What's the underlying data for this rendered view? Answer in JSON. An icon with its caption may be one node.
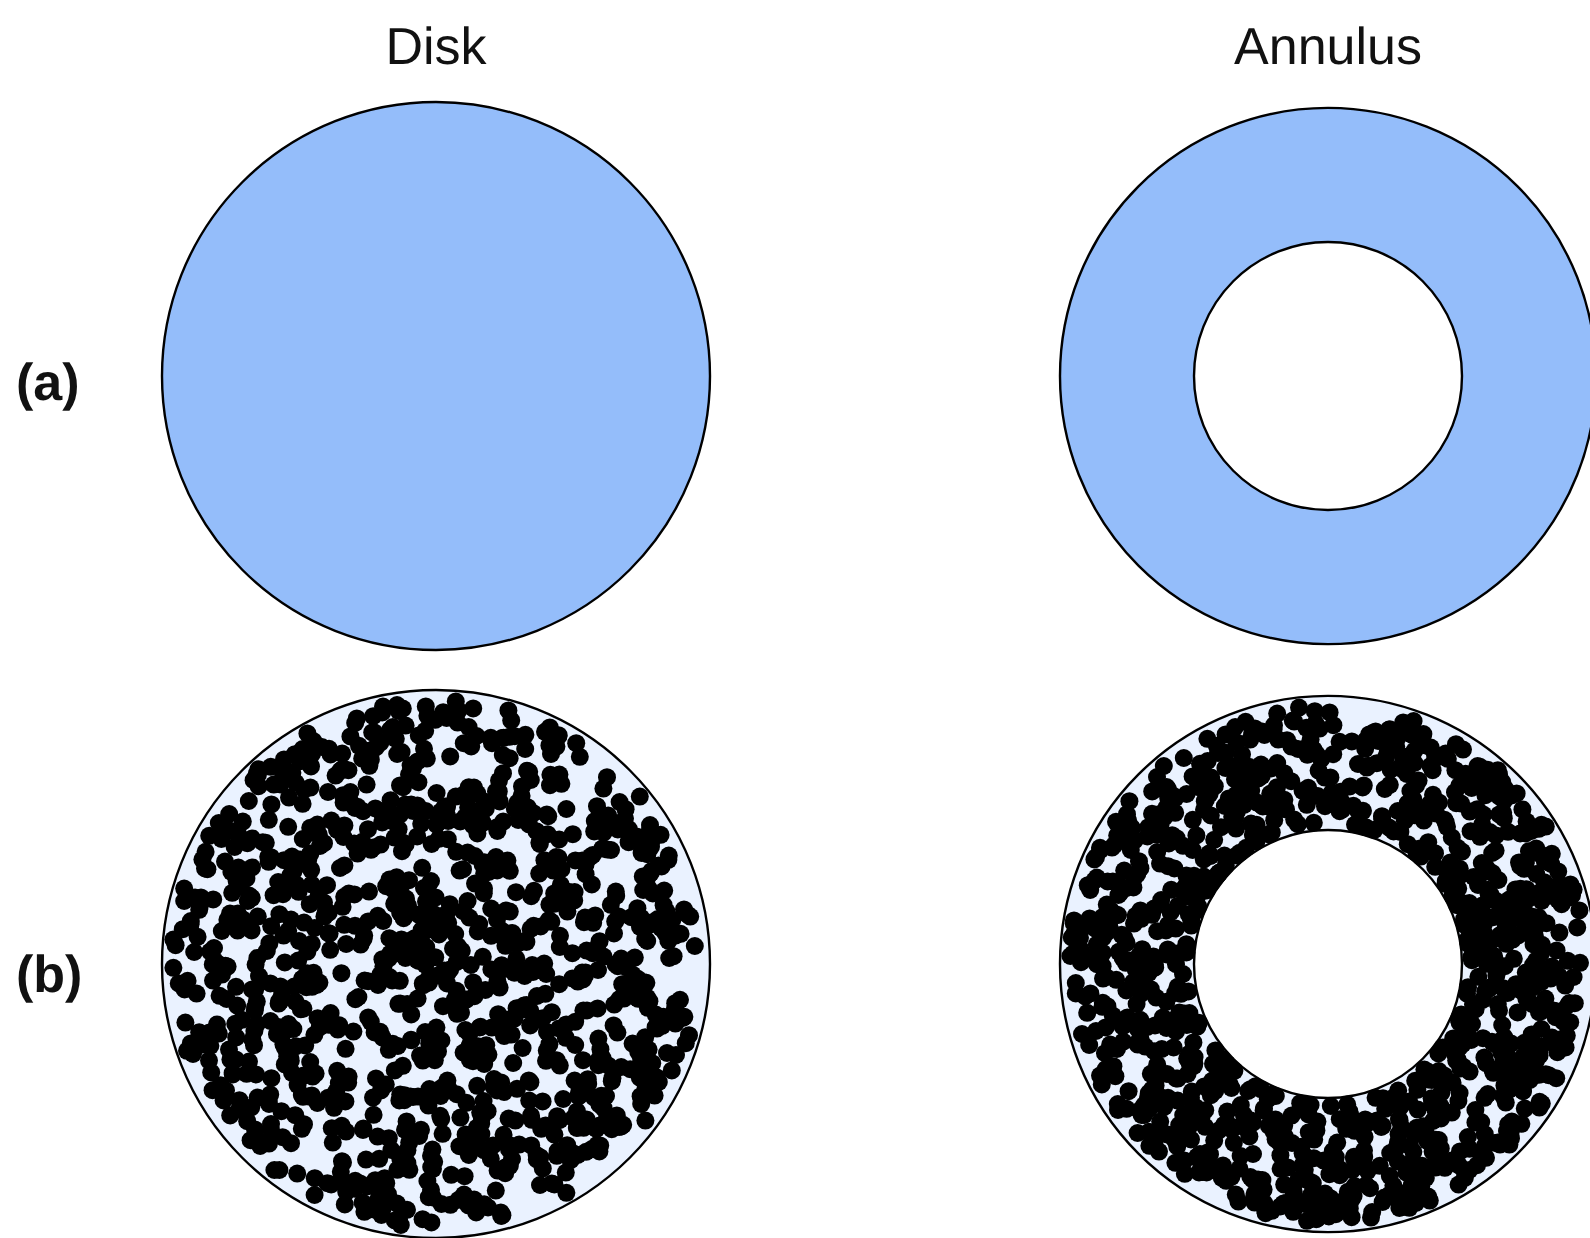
{
  "diagram": {
    "labels": [
      "Disk",
      "Annulus",
      "(a)",
      "(b)"
    ]
  }
}
